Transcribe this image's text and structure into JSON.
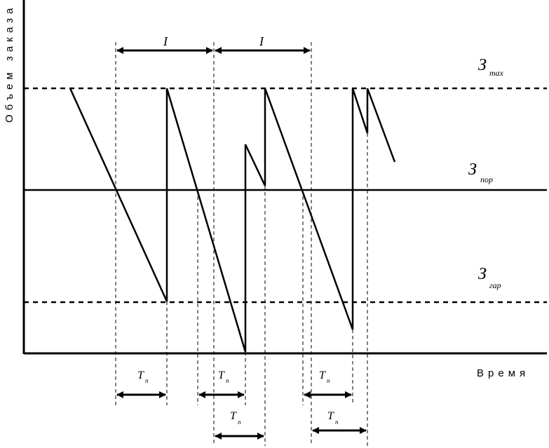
{
  "axes": {
    "y_label": "Объем заказа",
    "x_label": "Время"
  },
  "levels": {
    "max": {
      "main": "З",
      "sub": "max"
    },
    "threshold": {
      "main": "З",
      "sub": "пор"
    },
    "guaranteed": {
      "main": "З",
      "sub": "гар"
    }
  },
  "intervals": {
    "I": "I",
    "T_main": "T",
    "T_sub": "п"
  },
  "colors": {
    "ink": "#000000",
    "background": "#ffffff"
  }
}
